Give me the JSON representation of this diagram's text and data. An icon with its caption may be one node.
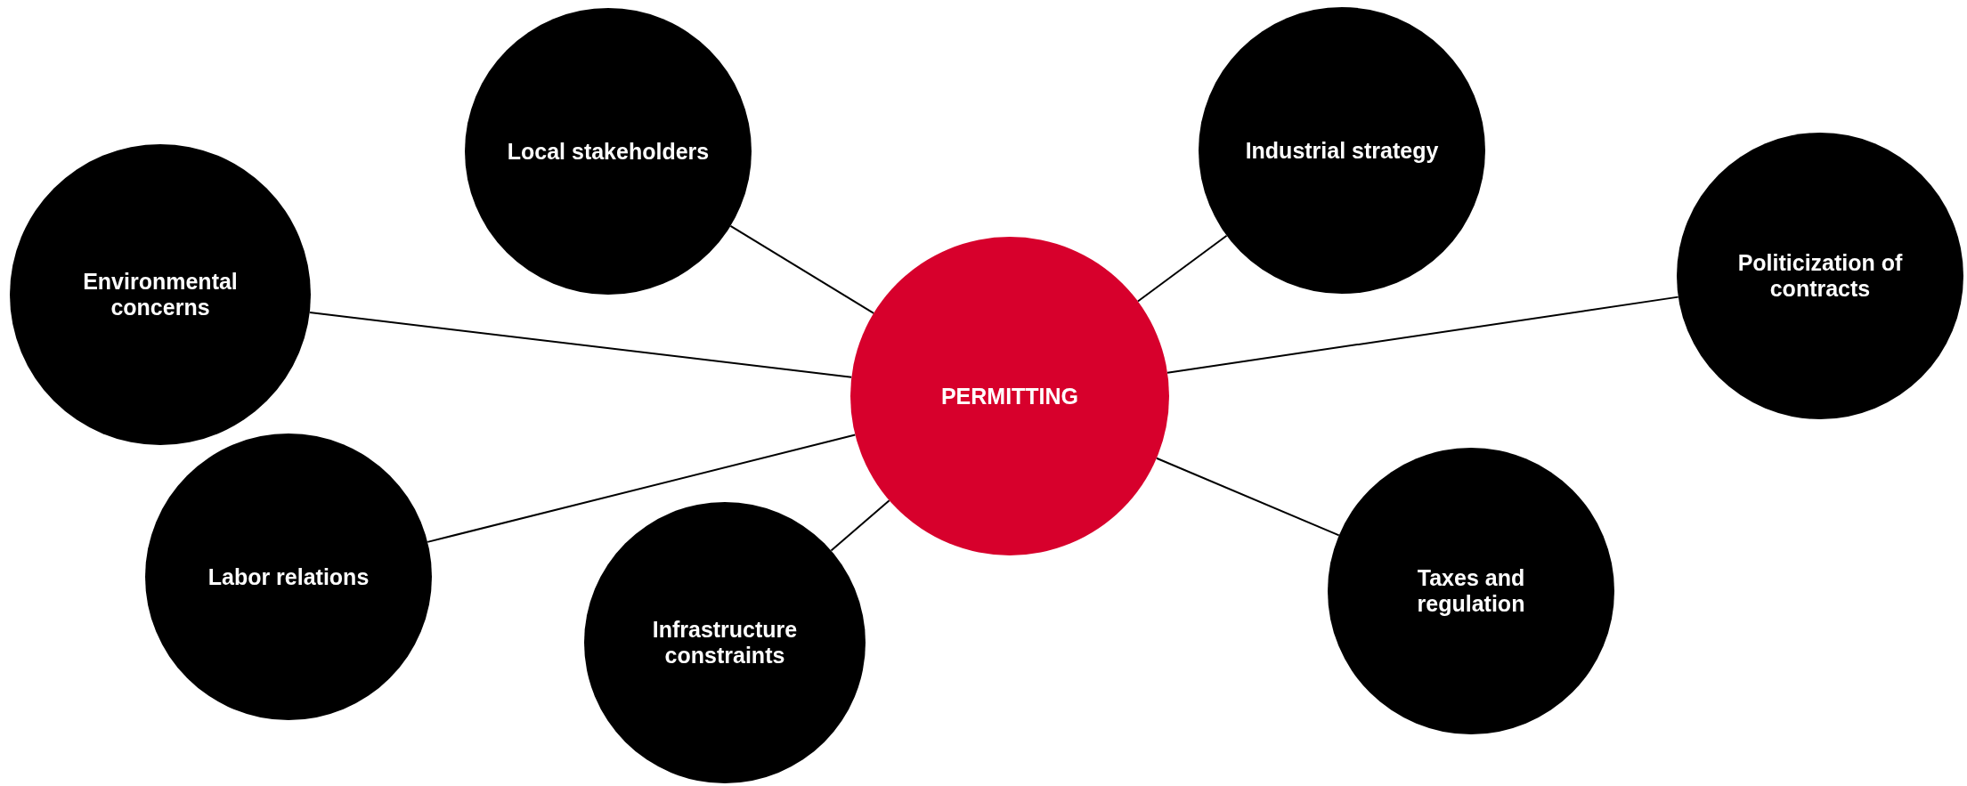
{
  "diagram": {
    "nodes": [
      {
        "text": [
          "Local stakeholders"
        ]
      },
      {
        "text": [
          "Industrial strategy"
        ]
      },
      {
        "text": [
          "Environmental concerns"
        ]
      },
      {
        "text": [
          "Politicization of contracts"
        ]
      },
      {
        "text": [
          "PERMITTING"
        ]
      },
      {
        "text": [
          "Labor relations"
        ]
      },
      {
        "text": [
          "Taxes and regulation"
        ]
      },
      {
        "text": [
          "Infrastructure constraints"
        ]
      }
    ],
    "edges": [
      {
        "from": 4,
        "to": 0,
        "arrow": "none"
      },
      {
        "from": 4,
        "to": 1,
        "arrow": "none"
      },
      {
        "from": 4,
        "to": 2,
        "arrow": "none"
      },
      {
        "from": 4,
        "to": 3,
        "arrow": "none"
      },
      {
        "from": 4,
        "to": 5,
        "arrow": "none"
      },
      {
        "from": 4,
        "to": 6,
        "arrow": "none"
      },
      {
        "from": 4,
        "to": 7,
        "arrow": "none"
      }
    ]
  }
}
